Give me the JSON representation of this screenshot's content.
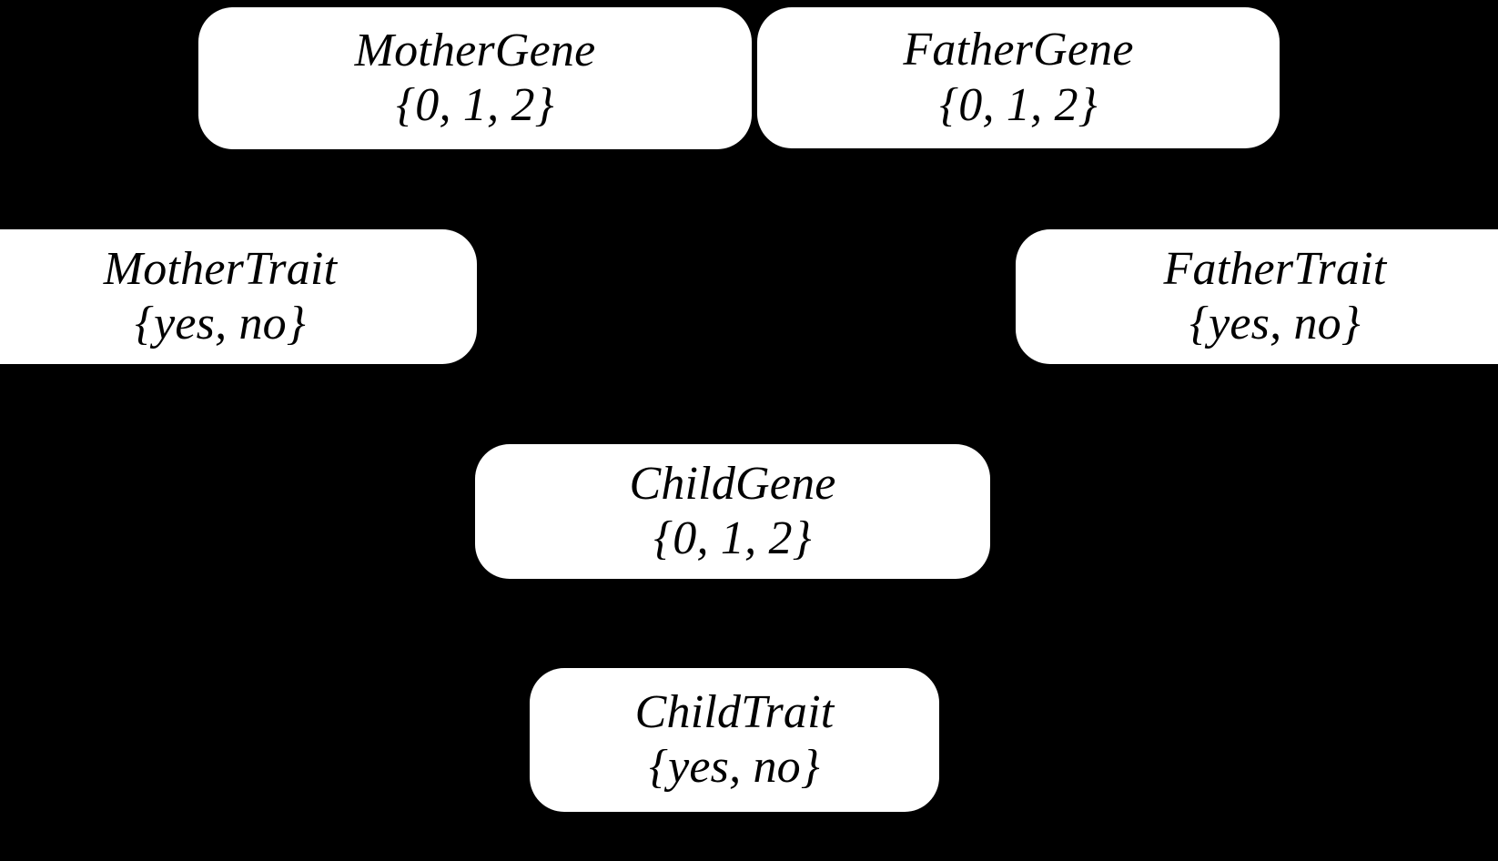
{
  "diagram": {
    "background_color": "#000000",
    "node_fill_color": "#ffffff",
    "node_text_color": "#000000",
    "nodes": [
      {
        "id": "mother-gene",
        "title": "MotherGene",
        "domain": "{0, 1, 2}"
      },
      {
        "id": "father-gene",
        "title": "FatherGene",
        "domain": "{0, 1, 2}"
      },
      {
        "id": "mother-trait",
        "title": "MotherTrait",
        "domain": "{yes, no}"
      },
      {
        "id": "father-trait",
        "title": "FatherTrait",
        "domain": "{yes, no}"
      },
      {
        "id": "child-gene",
        "title": "ChildGene",
        "domain": "{0, 1, 2}"
      },
      {
        "id": "child-trait",
        "title": "ChildTrait",
        "domain": "{yes, no}"
      }
    ]
  }
}
